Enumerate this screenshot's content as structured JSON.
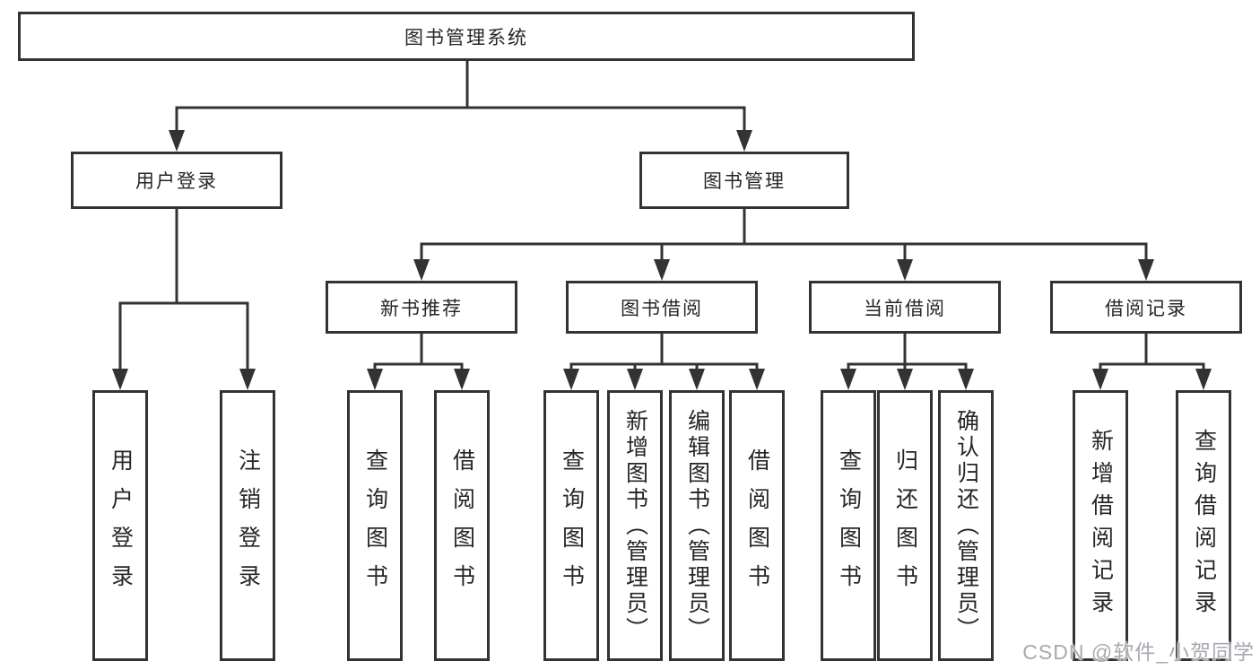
{
  "diagram": {
    "nodes": {
      "root": "图书管理系统",
      "userLogin": "用户登录",
      "bookManagement": "图书管理",
      "newBookRecommend": "新书推荐",
      "bookBorrow": "图书借阅",
      "currentBorrow": "当前借阅",
      "borrowRecords": "借阅记录"
    },
    "leaves": {
      "userLogin": [
        "用户登录",
        "注销登录"
      ],
      "newBookRecommend": [
        "查询图书",
        "借阅图书"
      ],
      "bookBorrow": [
        "查询图书",
        "新增图书（管理员）",
        "编辑图书（管理员）",
        "借阅图书"
      ],
      "currentBorrow": [
        "查询图书",
        "归还图书",
        "确认归还（管理员）"
      ],
      "borrowRecords": [
        "新增借阅记录",
        "查询借阅记录"
      ]
    },
    "colors": {
      "line": "#333333",
      "text": "#262626",
      "background": "#ffffff",
      "watermark": "#9ea2a8"
    }
  },
  "watermark": "CSDN @软件_小贺同学"
}
